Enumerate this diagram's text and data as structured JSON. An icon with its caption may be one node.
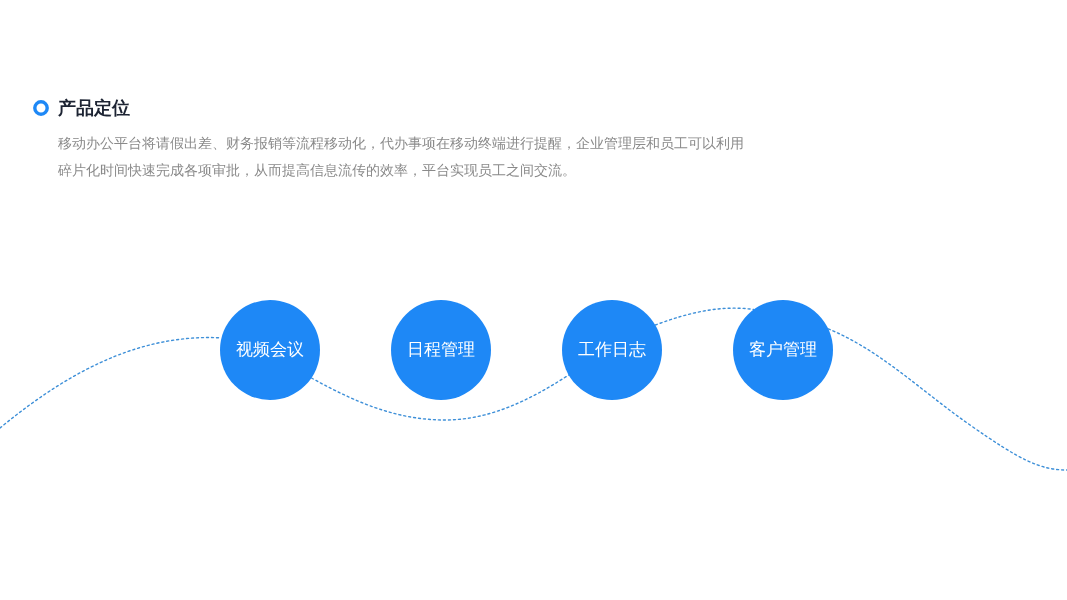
{
  "diagram": {
    "title": "产品定位",
    "nodes": [
      {
        "text": [
          "视频会议"
        ]
      },
      {
        "text": [
          "日程管理"
        ]
      },
      {
        "text": [
          "工作日志"
        ]
      },
      {
        "text": [
          "客户管理"
        ]
      }
    ],
    "edges": [
      {
        "from": null,
        "to": 0,
        "arrow": "none",
        "style": "dashed"
      },
      {
        "from": 0,
        "to": 2,
        "arrow": "none",
        "style": "dashed"
      },
      {
        "from": 2,
        "to": 3,
        "arrow": "none",
        "style": "dashed"
      },
      {
        "from": 3,
        "to": null,
        "arrow": "none",
        "style": "dashed"
      }
    ],
    "labels": [
      "移动办公平台将请假出差、财务报销等流程移动化，代办事项在移动终端进行提醒，企业管理层和员工可以利用碎片化时间快速完成各项审批，从而提高信息流传的效率，平台实现员工之间交流。"
    ]
  }
}
